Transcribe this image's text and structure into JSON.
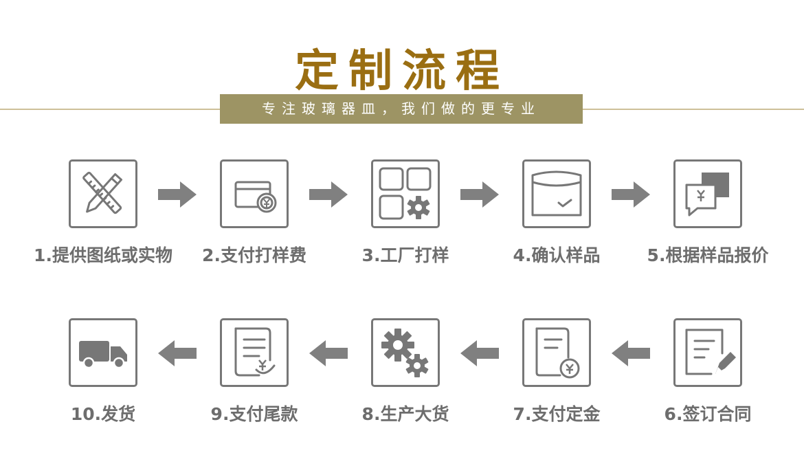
{
  "header": {
    "title": "定制流程",
    "subtitle": "专注玻璃器皿，我们做的更专业"
  },
  "colors": {
    "title": "#9a6e12",
    "banner": "#9d9464",
    "rule": "#cdbf98",
    "icon": "#777777",
    "arrow": "#808080",
    "label": "#6d6d6d"
  },
  "steps": [
    {
      "label": "1.提供图纸或实物",
      "icon": "pencil-ruler-icon"
    },
    {
      "label": "2.支付打样费",
      "icon": "card-yuan-icon"
    },
    {
      "label": "3.工厂打样",
      "icon": "grid-gear-icon"
    },
    {
      "label": "4.确认样品",
      "icon": "box-check-icon"
    },
    {
      "label": "5.根据样品报价",
      "icon": "chat-yuan-icon"
    },
    {
      "label": "6.签订合同",
      "icon": "document-pen-icon"
    },
    {
      "label": "7.支付定金",
      "icon": "document-yuan-icon"
    },
    {
      "label": "8.生产大货",
      "icon": "gears-icon"
    },
    {
      "label": "9.支付尾款",
      "icon": "receipt-yuan-icon"
    },
    {
      "label": "10.发货",
      "icon": "truck-icon"
    }
  ]
}
